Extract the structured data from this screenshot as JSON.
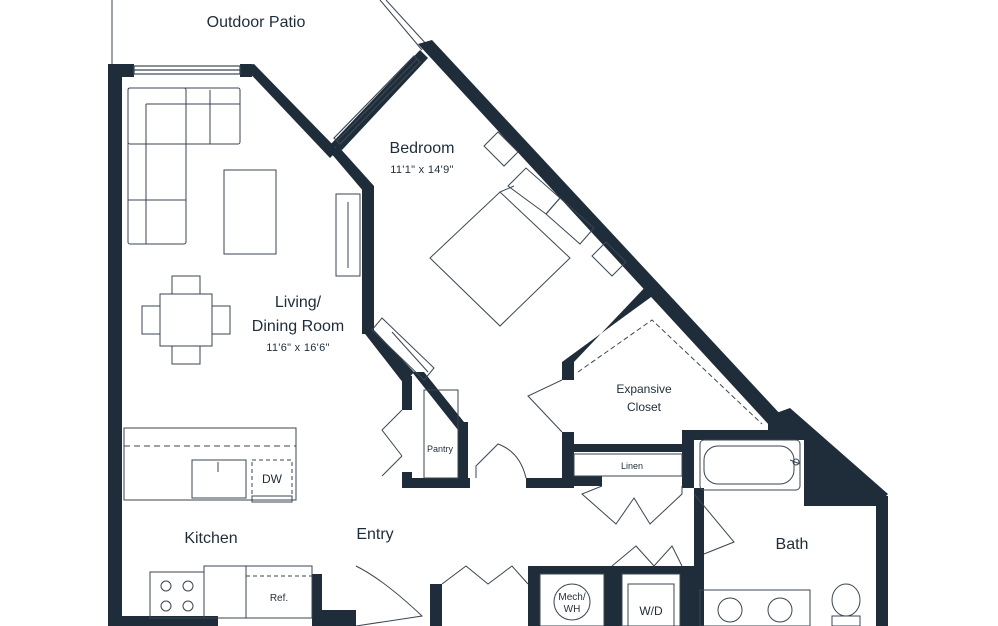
{
  "plan": {
    "outdoor": "Outdoor Patio",
    "rooms": {
      "bedroom": {
        "name": "Bedroom",
        "dims": "11'1\" x 14'9\""
      },
      "living": {
        "name_line1": "Living/",
        "name_line2": "Dining Room",
        "dims": "11'6\" x 16'6\""
      },
      "closet": {
        "line1": "Expansive",
        "line2": "Closet"
      },
      "kitchen": {
        "name": "Kitchen"
      },
      "entry": {
        "name": "Entry"
      },
      "bath": {
        "name": "Bath"
      }
    },
    "fixtures": {
      "pantry": "Pantry",
      "linen": "Linen",
      "dw": "DW",
      "ref": "Ref.",
      "mech_line1": "Mech/",
      "mech_line2": "WH",
      "wd": "W/D"
    },
    "colors": {
      "wall": "#1f2d3a",
      "line": "#3a4652",
      "background": "#ffffff"
    }
  }
}
